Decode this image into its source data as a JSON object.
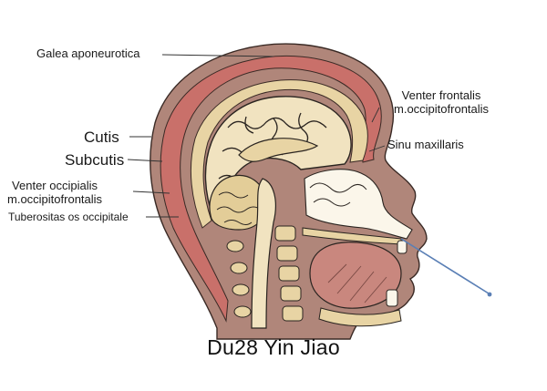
{
  "labels": {
    "galea": "Galea aponeurotica",
    "venter_frontalis_1": "Venter frontalis",
    "venter_frontalis_2": "m.occipitofrontalis",
    "cutis": "Cutis",
    "subcutis": "Subcutis",
    "sinu_maxillaris": "Sinu maxillaris",
    "venter_occipitalis_1": "Venter occipialis",
    "venter_occipitalis_2": "m.occipitofrontalis",
    "tuberositas": "Tuberositas os occipitale"
  },
  "caption": "Du28 Yin Jiao",
  "colors": {
    "skin": "#b0867a",
    "scalp_red": "#c9706a",
    "bone": "#e8d4a4",
    "brain": "#f1e3c0",
    "brain_outline": "#2a2420",
    "tongue": "#c9877e",
    "needle": "#5a7fb5"
  }
}
